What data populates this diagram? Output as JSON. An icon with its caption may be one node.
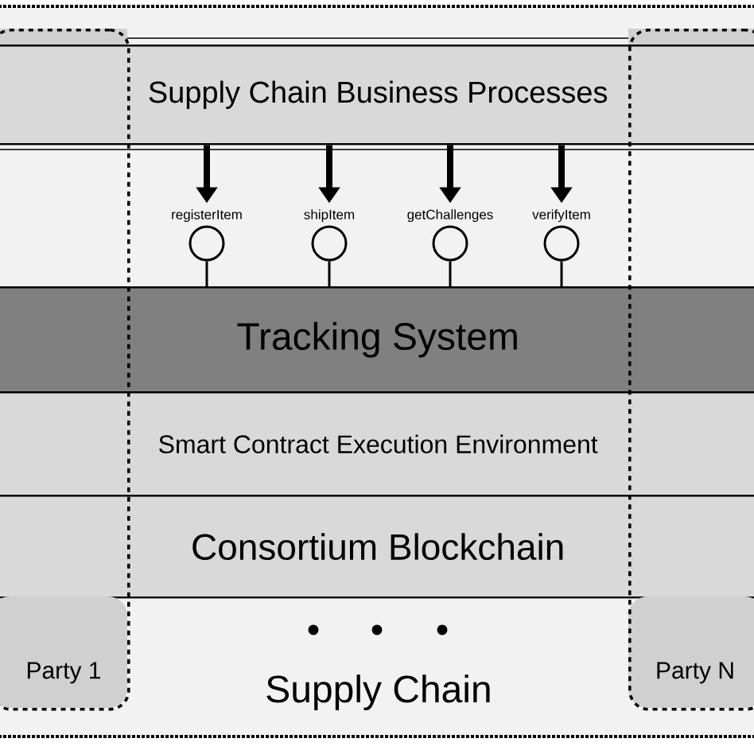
{
  "diagram": {
    "nodes": [
      {
        "text": [
          "Supply Chain"
        ]
      },
      {
        "text": [
          "Party 1"
        ],
        "in": 0
      },
      {
        "text": [
          "Party N"
        ],
        "in": 0
      },
      {
        "text": [
          "Supply Chain Business Processes"
        ],
        "in": 0
      },
      {
        "text": [
          "registerItem"
        ],
        "in": 0
      },
      {
        "text": [
          "shipItem"
        ],
        "in": 0
      },
      {
        "text": [
          "getChallenges"
        ],
        "in": 0
      },
      {
        "text": [
          "verifyItem"
        ],
        "in": 0
      },
      {
        "text": [
          "Tracking System"
        ],
        "in": 0
      },
      {
        "text": [
          "Smart Contract Execution Environment"
        ],
        "in": 0
      },
      {
        "text": [
          "Consortium Blockchain"
        ],
        "in": 0
      }
    ],
    "edges": [
      {
        "from": 3,
        "to": 4,
        "arrow": "to",
        "style": "thick"
      },
      {
        "from": 3,
        "to": 5,
        "arrow": "to",
        "style": "thick"
      },
      {
        "from": 3,
        "to": 6,
        "arrow": "to",
        "style": "thick"
      },
      {
        "from": 3,
        "to": 7,
        "arrow": "to",
        "style": "thick"
      },
      {
        "from": 4,
        "to": 8,
        "arrow": "none"
      },
      {
        "from": 5,
        "to": 8,
        "arrow": "none"
      },
      {
        "from": 6,
        "to": 8,
        "arrow": "none"
      },
      {
        "from": 7,
        "to": 8,
        "arrow": "none"
      }
    ]
  }
}
